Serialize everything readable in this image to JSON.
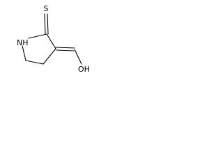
{
  "structure": {
    "atoms": {
      "sulfur": "S",
      "amine": "NH",
      "hydroxyl": "OH"
    },
    "colors": {
      "line": "#000000",
      "background": "#ffffff"
    }
  }
}
